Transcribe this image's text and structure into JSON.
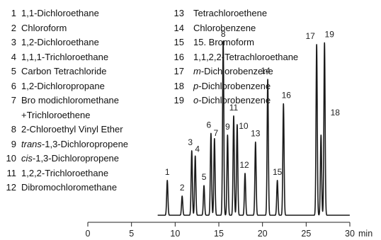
{
  "legend": [
    {
      "num": "1",
      "parts": [
        {
          "text": "1,1-Dichloroethane",
          "italic": false
        }
      ]
    },
    {
      "num": "2",
      "parts": [
        {
          "text": "Chloroform",
          "italic": false
        }
      ]
    },
    {
      "num": "3",
      "parts": [
        {
          "text": "1,2-Dichloroethane",
          "italic": false
        }
      ]
    },
    {
      "num": "4",
      "parts": [
        {
          "text": "1,1,1-Trichloroethane",
          "italic": false
        }
      ]
    },
    {
      "num": "5",
      "parts": [
        {
          "text": "Carbon Tetrachloride",
          "italic": false
        }
      ]
    },
    {
      "num": "6",
      "parts": [
        {
          "text": "1,2-Dichloropropane",
          "italic": false
        }
      ]
    },
    {
      "num": "7",
      "parts": [
        {
          "text": "Bro modichloromethane",
          "italic": false
        }
      ]
    },
    {
      "num": "",
      "parts": [
        {
          "text": "+Trichloroethene",
          "italic": false
        }
      ]
    },
    {
      "num": "8",
      "parts": [
        {
          "text": "2-Chloroethyl Vinyl Ether",
          "italic": false
        }
      ]
    },
    {
      "num": "9",
      "parts": [
        {
          "text": "trans",
          "italic": true
        },
        {
          "text": "-1,3-Dichloropropene",
          "italic": false
        }
      ]
    },
    {
      "num": "10",
      "parts": [
        {
          "text": "cis",
          "italic": true
        },
        {
          "text": "-1,3-Dichloropropene",
          "italic": false
        }
      ]
    },
    {
      "num": "11",
      "parts": [
        {
          "text": "1,2,2-Trichloroethane",
          "italic": false
        }
      ]
    },
    {
      "num": "12",
      "parts": [
        {
          "text": "Dibromochloromethane",
          "italic": false
        }
      ]
    },
    {
      "num": "13",
      "parts": [
        {
          "text": "Tetrachloroethene",
          "italic": false
        }
      ]
    },
    {
      "num": "14",
      "parts": [
        {
          "text": "Chlorobenzene",
          "italic": false
        }
      ]
    },
    {
      "num": "15",
      "parts": [
        {
          "text": "15. Bromoform",
          "italic": false
        }
      ]
    },
    {
      "num": "16",
      "parts": [
        {
          "text": "1,1,2,2-Tetrachloroethane",
          "italic": false
        }
      ]
    },
    {
      "num": "17",
      "parts": [
        {
          "text": "m",
          "italic": true
        },
        {
          "text": "-Dichlorobenzene",
          "italic": false
        }
      ]
    },
    {
      "num": "18",
      "parts": [
        {
          "text": "p",
          "italic": true
        },
        {
          "text": "-Dichlorobenzene",
          "italic": false
        }
      ]
    },
    {
      "num": "19",
      "parts": [
        {
          "text": "o",
          "italic": true
        },
        {
          "text": "-Dichlorobenzene",
          "italic": false
        }
      ]
    }
  ],
  "chart_data": {
    "type": "line",
    "title": "",
    "xlabel": "min",
    "ylabel": "",
    "xlim": [
      0,
      30
    ],
    "x_ticks": [
      0,
      5,
      10,
      15,
      20,
      25,
      30
    ],
    "grid": false,
    "ylim": [
      0,
      1
    ],
    "peaks": [
      {
        "label": "1",
        "x": 9.1,
        "y": 0.2
      },
      {
        "label": "2",
        "x": 10.8,
        "y": 0.11
      },
      {
        "label": "3",
        "x": 11.9,
        "y": 0.37
      },
      {
        "label": "4",
        "x": 12.3,
        "y": 0.34
      },
      {
        "label": "5",
        "x": 13.3,
        "y": 0.17
      },
      {
        "label": "6",
        "x": 14.1,
        "y": 0.47
      },
      {
        "label": "7",
        "x": 14.5,
        "y": 0.44
      },
      {
        "label": "8",
        "x": 15.5,
        "y": 1.0
      },
      {
        "label": "9",
        "x": 16.0,
        "y": 0.46
      },
      {
        "label": "11",
        "x": 16.7,
        "y": 0.57
      },
      {
        "label": "10",
        "x": 17.1,
        "y": 0.52
      },
      {
        "label": "12",
        "x": 18.0,
        "y": 0.24
      },
      {
        "label": "13",
        "x": 19.2,
        "y": 0.42
      },
      {
        "label": "14",
        "x": 20.6,
        "y": 0.78
      },
      {
        "label": "15",
        "x": 21.7,
        "y": 0.2
      },
      {
        "label": "16",
        "x": 22.4,
        "y": 0.64
      },
      {
        "label": "17",
        "x": 26.2,
        "y": 0.98
      },
      {
        "label": "19",
        "x": 27.1,
        "y": 0.99
      },
      {
        "label": "18",
        "x": 26.7,
        "y": 0.46
      }
    ]
  }
}
